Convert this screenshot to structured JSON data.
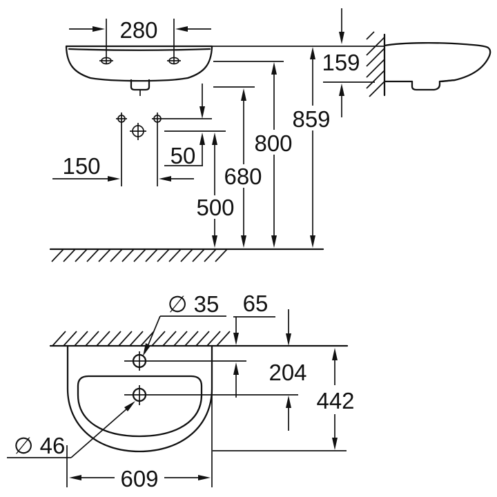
{
  "colors": {
    "line": "#111111",
    "background": "#ffffff"
  },
  "views": {
    "front": {
      "d280": "280",
      "d150": "150",
      "d50": "50",
      "d500": "500",
      "d680": "680",
      "d800": "800",
      "d859": "859"
    },
    "side": {
      "d159": "159"
    },
    "plan": {
      "d35": "∅ 35",
      "d65": "65",
      "d204": "204",
      "d442": "442",
      "d46": "∅ 46",
      "d609": "609"
    }
  }
}
